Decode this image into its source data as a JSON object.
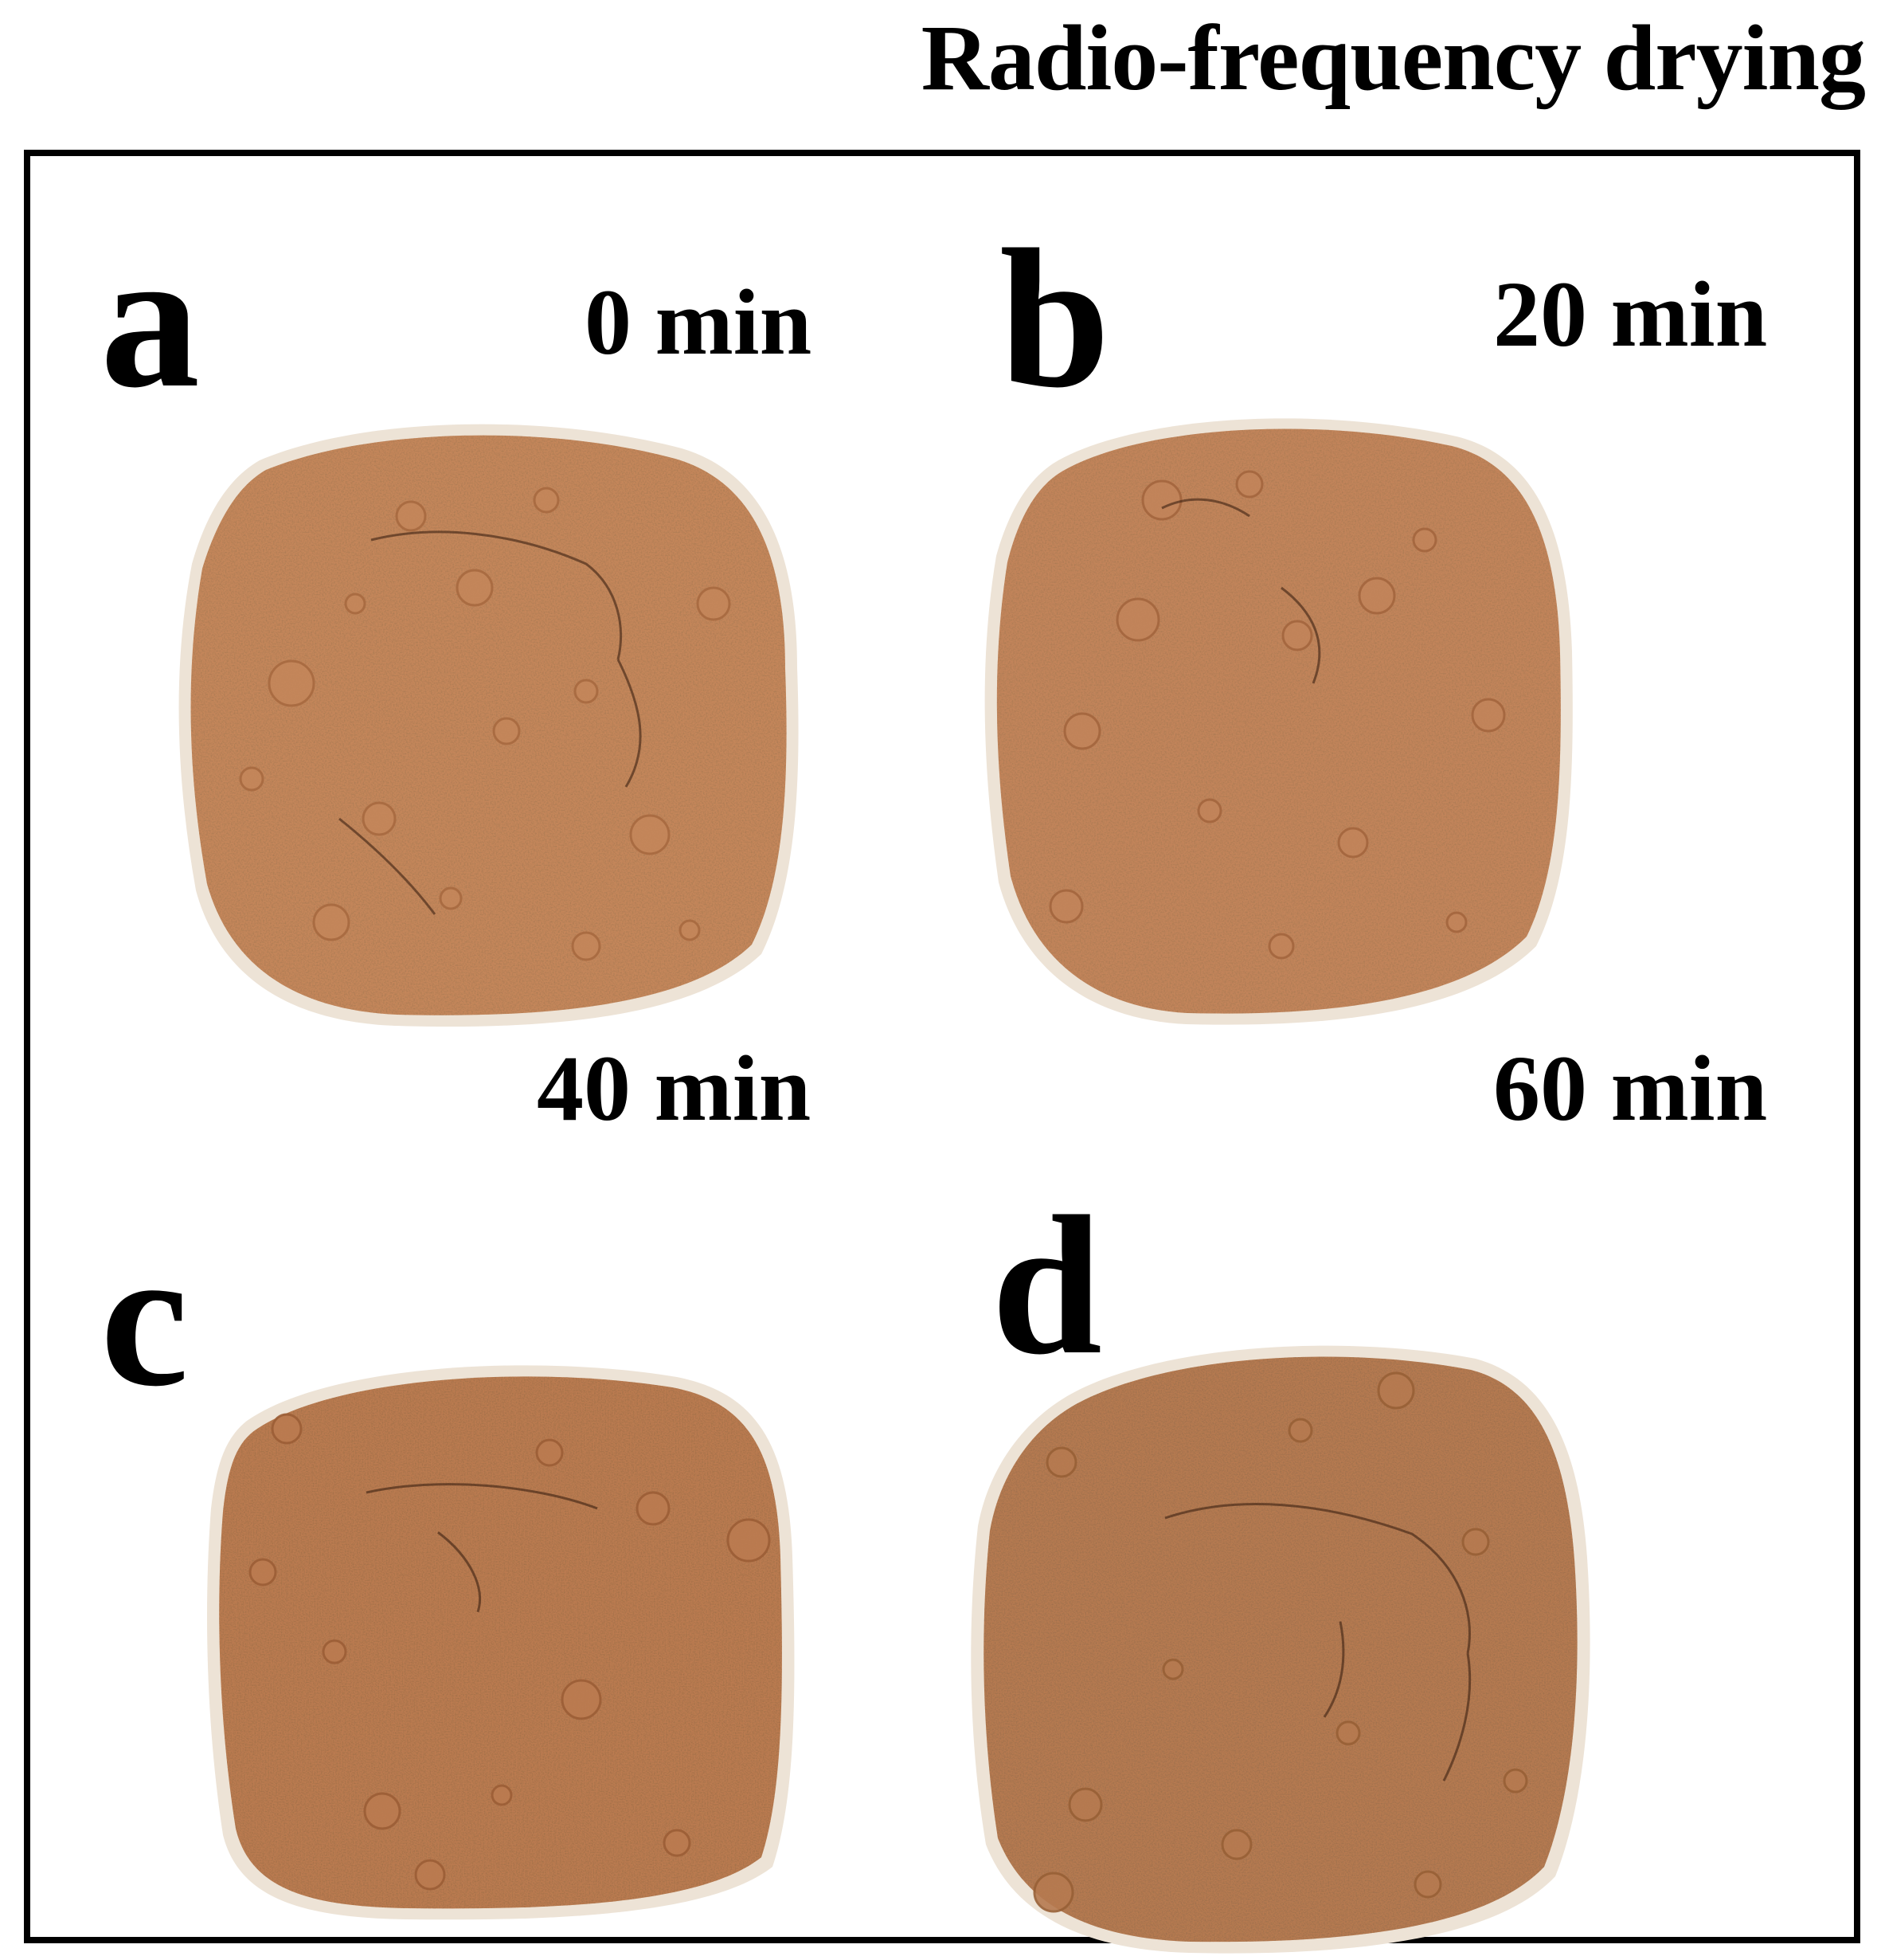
{
  "figure": {
    "title": "Radio-frequency drying"
  },
  "panels": [
    {
      "letter": "a",
      "time": "0 min",
      "color": "#c4865a",
      "shade": "#a86a40"
    },
    {
      "letter": "b",
      "time": "20 min",
      "color": "#c2845a",
      "shade": "#a4663e"
    },
    {
      "letter": "c",
      "time": "40 min",
      "color": "#bb7b50",
      "shade": "#9c5e36"
    },
    {
      "letter": "d",
      "time": "60 min",
      "color": "#b67a50",
      "shade": "#986036"
    }
  ]
}
